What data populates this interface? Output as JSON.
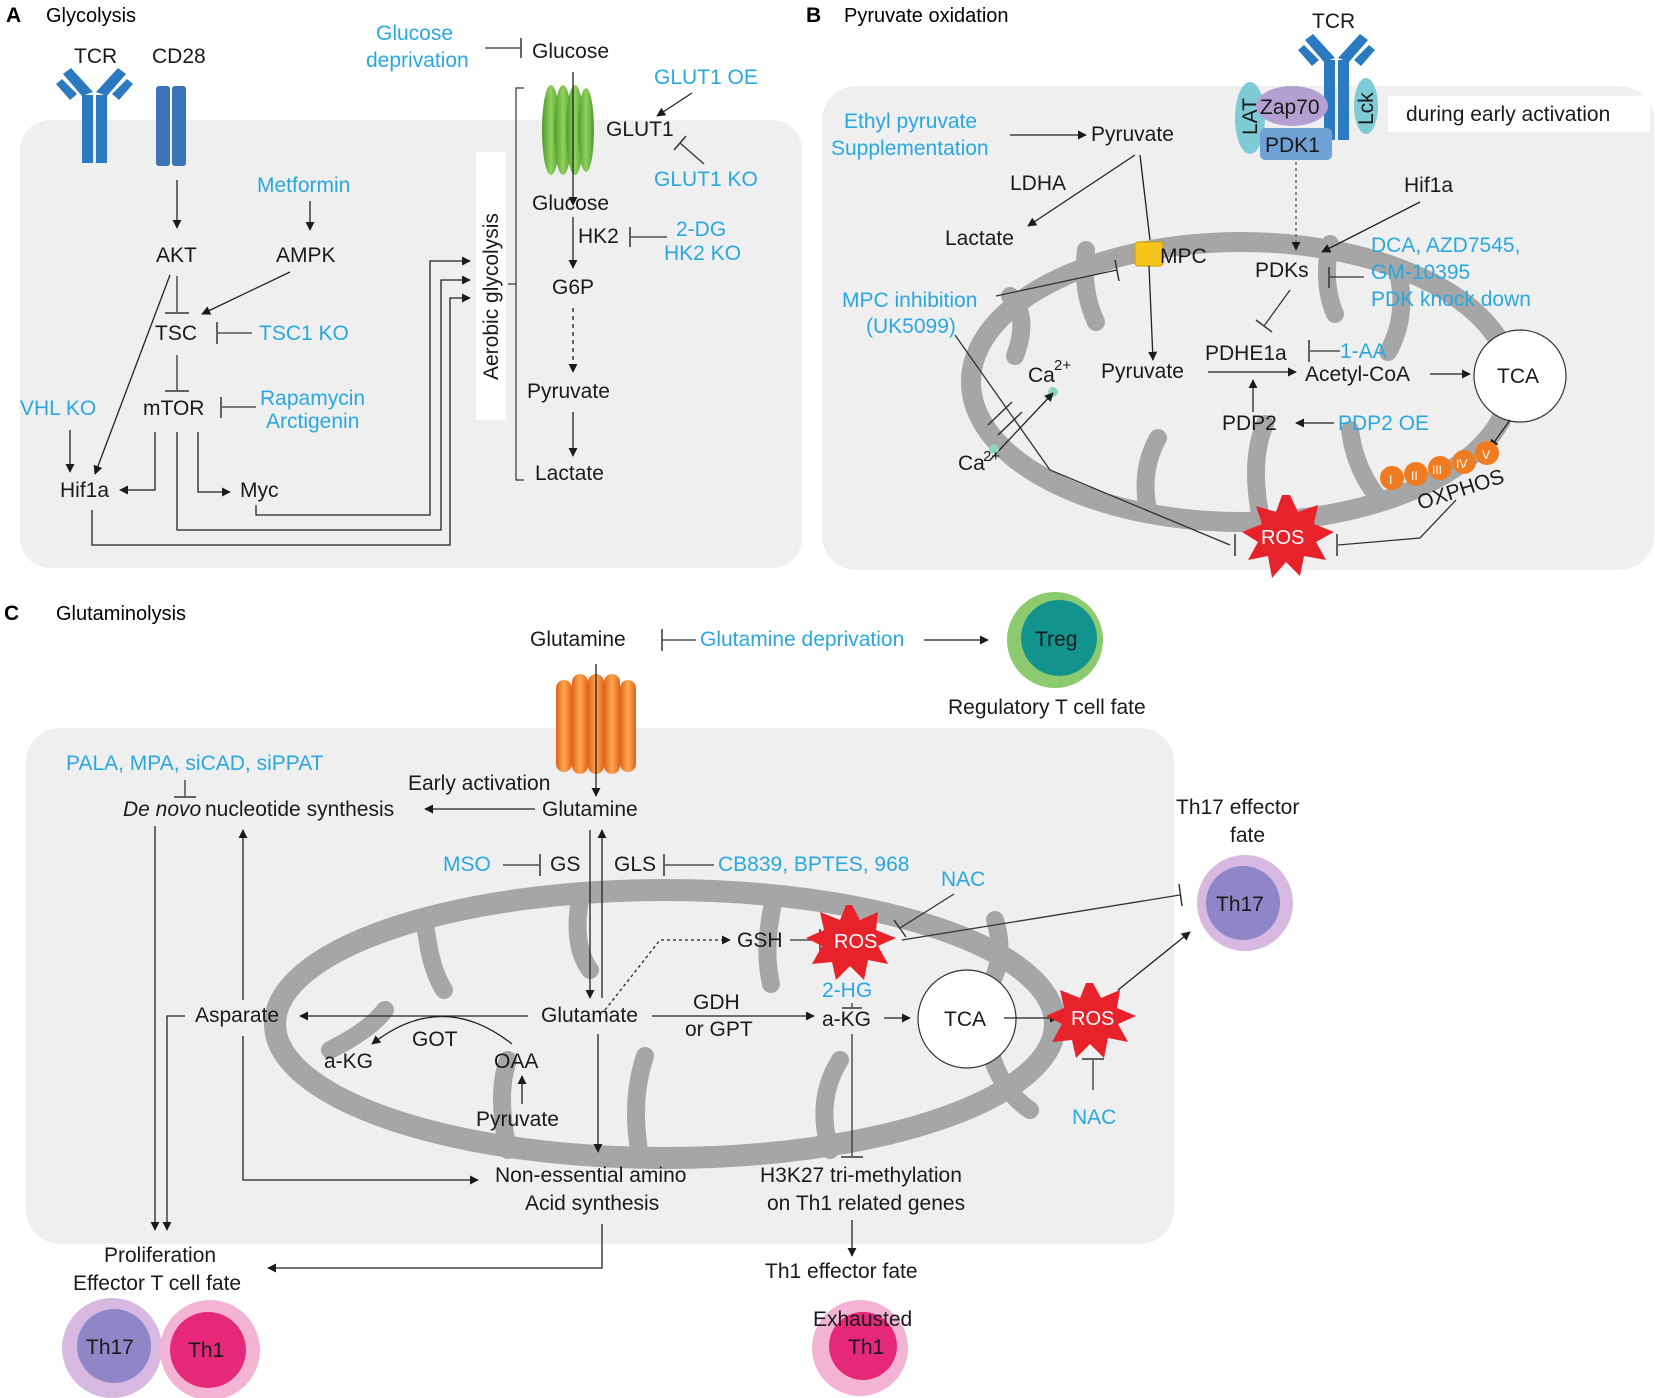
{
  "colors": {
    "panel_bg": "#efefef",
    "blue_text": "#29a8df",
    "mito_grey": "#a6a6a6",
    "receptor_blue": "#2b79c0",
    "ros_red": "#e8222b",
    "treg_outer": "#8dca6e",
    "treg_inner": "#12938e",
    "th17_outer": "#d7b8e0",
    "th17_inner": "#8e86c6",
    "th1_outer": "#f2b4d2",
    "th1_inner": "#e5287a",
    "glut1_green": "#6bb33d",
    "transporter_orange": "#f07c22"
  },
  "panelA": {
    "label": "A",
    "title": "Glycolysis",
    "tcr": "TCR",
    "cd28": "CD28",
    "glucose_deprivation": [
      "Glucose",
      "deprivation"
    ],
    "glucose_top": "Glucose",
    "glut1_oe": "GLUT1 OE",
    "glut1": "GLUT1",
    "glut1_ko": "GLUT1 KO",
    "metformin": "Metformin",
    "akt": "AKT",
    "ampk": "AMPK",
    "glucose_in": "Glucose",
    "hk2": "HK2",
    "dg2": "2-DG",
    "hk2ko": "HK2 KO",
    "g6p": "G6P",
    "tsc": "TSC",
    "tsc1ko": "TSC1 KO",
    "aerobic": "Aerobic glycolysis",
    "vhlko": "VHL KO",
    "mtor": "mTOR",
    "rapamycin": "Rapamycin",
    "arctigenin": "Arctigenin",
    "pyruvate": "Pyruvate",
    "hif1a": "Hif1a",
    "myc": "Myc",
    "lactate": "Lactate"
  },
  "panelB": {
    "label": "B",
    "title": "Pyruvate oxidation",
    "tcr": "TCR",
    "lat": "LAT",
    "zap70": "Zap70",
    "lck": "Lck",
    "pdk1": "PDK1",
    "early": "during early activation",
    "ethyl": [
      "Ethyl pyruvate",
      "Supplementation"
    ],
    "pyruvate_top": "Pyruvate",
    "ldha": "LDHA",
    "lactate": "Lactate",
    "hif1a": "Hif1a",
    "mpc": "MPC",
    "pdks": "PDKs",
    "dca": [
      "DCA, AZD7545,",
      "GM-10395",
      "PDK knock down"
    ],
    "mpc_inh": [
      "MPC inhibition",
      "(UK5099)"
    ],
    "ca": "Ca",
    "ca_sup": "2+",
    "pyruvate_in": "Pyruvate",
    "pdhe1a": "PDHE1a",
    "aa": "1-AA",
    "acetyl": "Acetyl-CoA",
    "tca": "TCA",
    "pdp2": "PDP2",
    "pdp2oe": "PDP2 OE",
    "complexes": [
      "I",
      "II",
      "III",
      "IV",
      "V"
    ],
    "oxphos": "OXPHOS",
    "ros": "ROS"
  },
  "panelC": {
    "label": "C",
    "title": "Glutaminolysis",
    "glutamine_top": "Glutamine",
    "glutamine_dep": "Glutamine deprivation",
    "treg": "Treg",
    "treg_fate": "Regulatory T cell fate",
    "pala": "PALA, MPA, siCAD, siPPAT",
    "de_novo": "De novo",
    "nucleotide": " nucleotide synthesis",
    "early_act": "Early activation",
    "glutamine_in": "Glutamine",
    "th17_fate": [
      "Th17 effector",
      "fate"
    ],
    "mso": "MSO",
    "gs": "GS",
    "gls": "GLS",
    "cb839": "CB839, BPTES, 968",
    "nac_top": "NAC",
    "th17": "Th17",
    "gsh": "GSH",
    "ros": "ROS",
    "hg2": "2-HG",
    "asparate": "Asparate",
    "glutamate": "Glutamate",
    "gdh": "GDH",
    "gpt": "or GPT",
    "akg": "a-KG",
    "tca": "TCA",
    "got": "GOT",
    "akg_left": "a-KG",
    "oaa": "OAA",
    "nac_bottom": "NAC",
    "pyruvate": "Pyruvate",
    "nonessential": [
      "Non-essential amino",
      "Acid synthesis"
    ],
    "h3k27": [
      "H3K27 tri-methylation",
      "on Th1 related genes"
    ],
    "proliferation": [
      "Proliferation",
      "Effector T cell fate"
    ],
    "th1_fate": "Th1 effector fate",
    "th17_bottom": "Th17",
    "th1_bottom": "Th1",
    "exhausted": "Exhausted",
    "exhausted_th1": "Th1"
  }
}
